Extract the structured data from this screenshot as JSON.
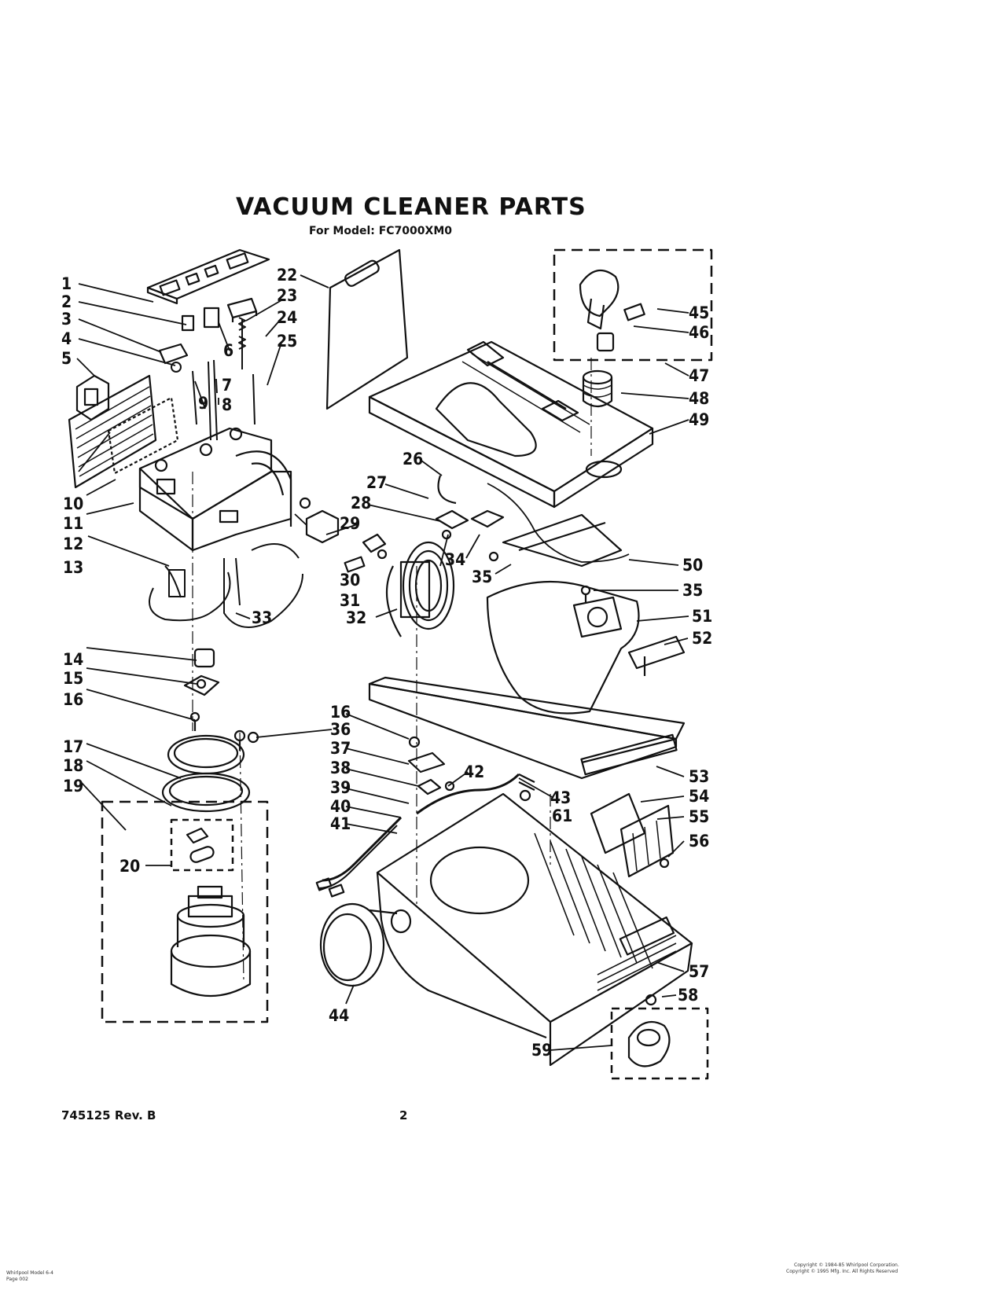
{
  "title": "VACUUM CLEANER PARTS",
  "subtitle": "For Model: FC7000XM0",
  "parts": [
    "1",
    "2",
    "3",
    "4",
    "5",
    "6",
    "7",
    "8",
    "9",
    "10",
    "11",
    "12",
    "13",
    "14",
    "15",
    "16",
    "17",
    "18",
    "19",
    "20",
    "22",
    "23",
    "24",
    "25",
    "26",
    "27",
    "28",
    "29",
    "30",
    "31",
    "32",
    "33",
    "34",
    "35",
    "35",
    "36",
    "16",
    "37",
    "38",
    "39",
    "40",
    "41",
    "42",
    "43",
    "61",
    "44",
    "45",
    "46",
    "47",
    "48",
    "49",
    "50",
    "51",
    "52",
    "53",
    "54",
    "55",
    "56",
    "57",
    "58",
    "59"
  ],
  "footer": {
    "doc_number": "745125 Rev. B",
    "page": "2",
    "bl_line1": "Whirlpool Model 6-4",
    "bl_line2": "Page 002",
    "br_line1": "Copyright © 1984-85 Whirlpool Corporation.",
    "br_line2": "Copyright © 1995 Mfg. Inc. All Rights Reserved"
  }
}
